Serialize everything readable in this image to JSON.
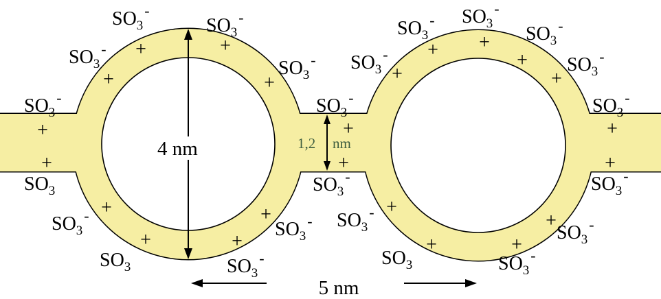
{
  "so3_labels": [
    {
      "formula": "SO",
      "subscript": "3",
      "charge": "-"
    },
    {
      "formula": "SO",
      "subscript": "3",
      "charge": "-"
    },
    {
      "formula": "SO",
      "subscript": "3",
      "charge": "-"
    },
    {
      "formula": "SO",
      "subscript": "3",
      "charge": "-"
    },
    {
      "formula": "SO",
      "subscript": "3",
      "charge": "-"
    },
    {
      "formula": "SO",
      "subscript": "3",
      "charge": "-"
    },
    {
      "formula": "SO",
      "subscript": "3",
      "charge": ""
    },
    {
      "formula": "SO",
      "subscript": "3",
      "charge": "-"
    },
    {
      "formula": "SO",
      "subscript": "3",
      "charge": "-"
    },
    {
      "formula": "SO",
      "subscript": "3",
      "charge": ""
    },
    {
      "formula": "SO",
      "subscript": "3",
      "charge": "-"
    },
    {
      "formula": "SO",
      "subscript": "3",
      "charge": "-"
    },
    {
      "formula": "SO",
      "subscript": "3",
      "charge": "-"
    },
    {
      "formula": "SO",
      "subscript": "3",
      "charge": "-"
    },
    {
      "formula": "SO",
      "subscript": "3",
      "charge": "-"
    },
    {
      "formula": "SO",
      "subscript": "3",
      "charge": "-"
    },
    {
      "formula": "SO",
      "subscript": "3",
      "charge": "-"
    },
    {
      "formula": "SO",
      "subscript": "3",
      "charge": "-"
    },
    {
      "formula": "SO",
      "subscript": "3",
      "charge": "-"
    },
    {
      "formula": "SO",
      "subscript": "3",
      "charge": "-"
    },
    {
      "formula": "SO",
      "subscript": "3",
      "charge": ""
    },
    {
      "formula": "SO",
      "subscript": "3",
      "charge": "-"
    },
    {
      "formula": "SO",
      "subscript": "3",
      "charge": "-"
    }
  ],
  "plus_signs": [
    "+",
    "+",
    "+",
    "+",
    "+",
    "+",
    "+",
    "+",
    "+",
    "+",
    "+",
    "+",
    "+",
    "+",
    "+",
    "+",
    "+",
    "+",
    "+",
    "+",
    "+",
    "+",
    "+"
  ],
  "dimensions": {
    "ring_diameter": "4 nm",
    "channel_width_value": "1,2",
    "channel_width_unit": "nm",
    "ring_spacing": "5 nm"
  },
  "colors": {
    "ionic_fill": "#f6eea3",
    "outline": "#000000",
    "background": "#ffffff",
    "channel_width_text": "#3f5e3f"
  }
}
